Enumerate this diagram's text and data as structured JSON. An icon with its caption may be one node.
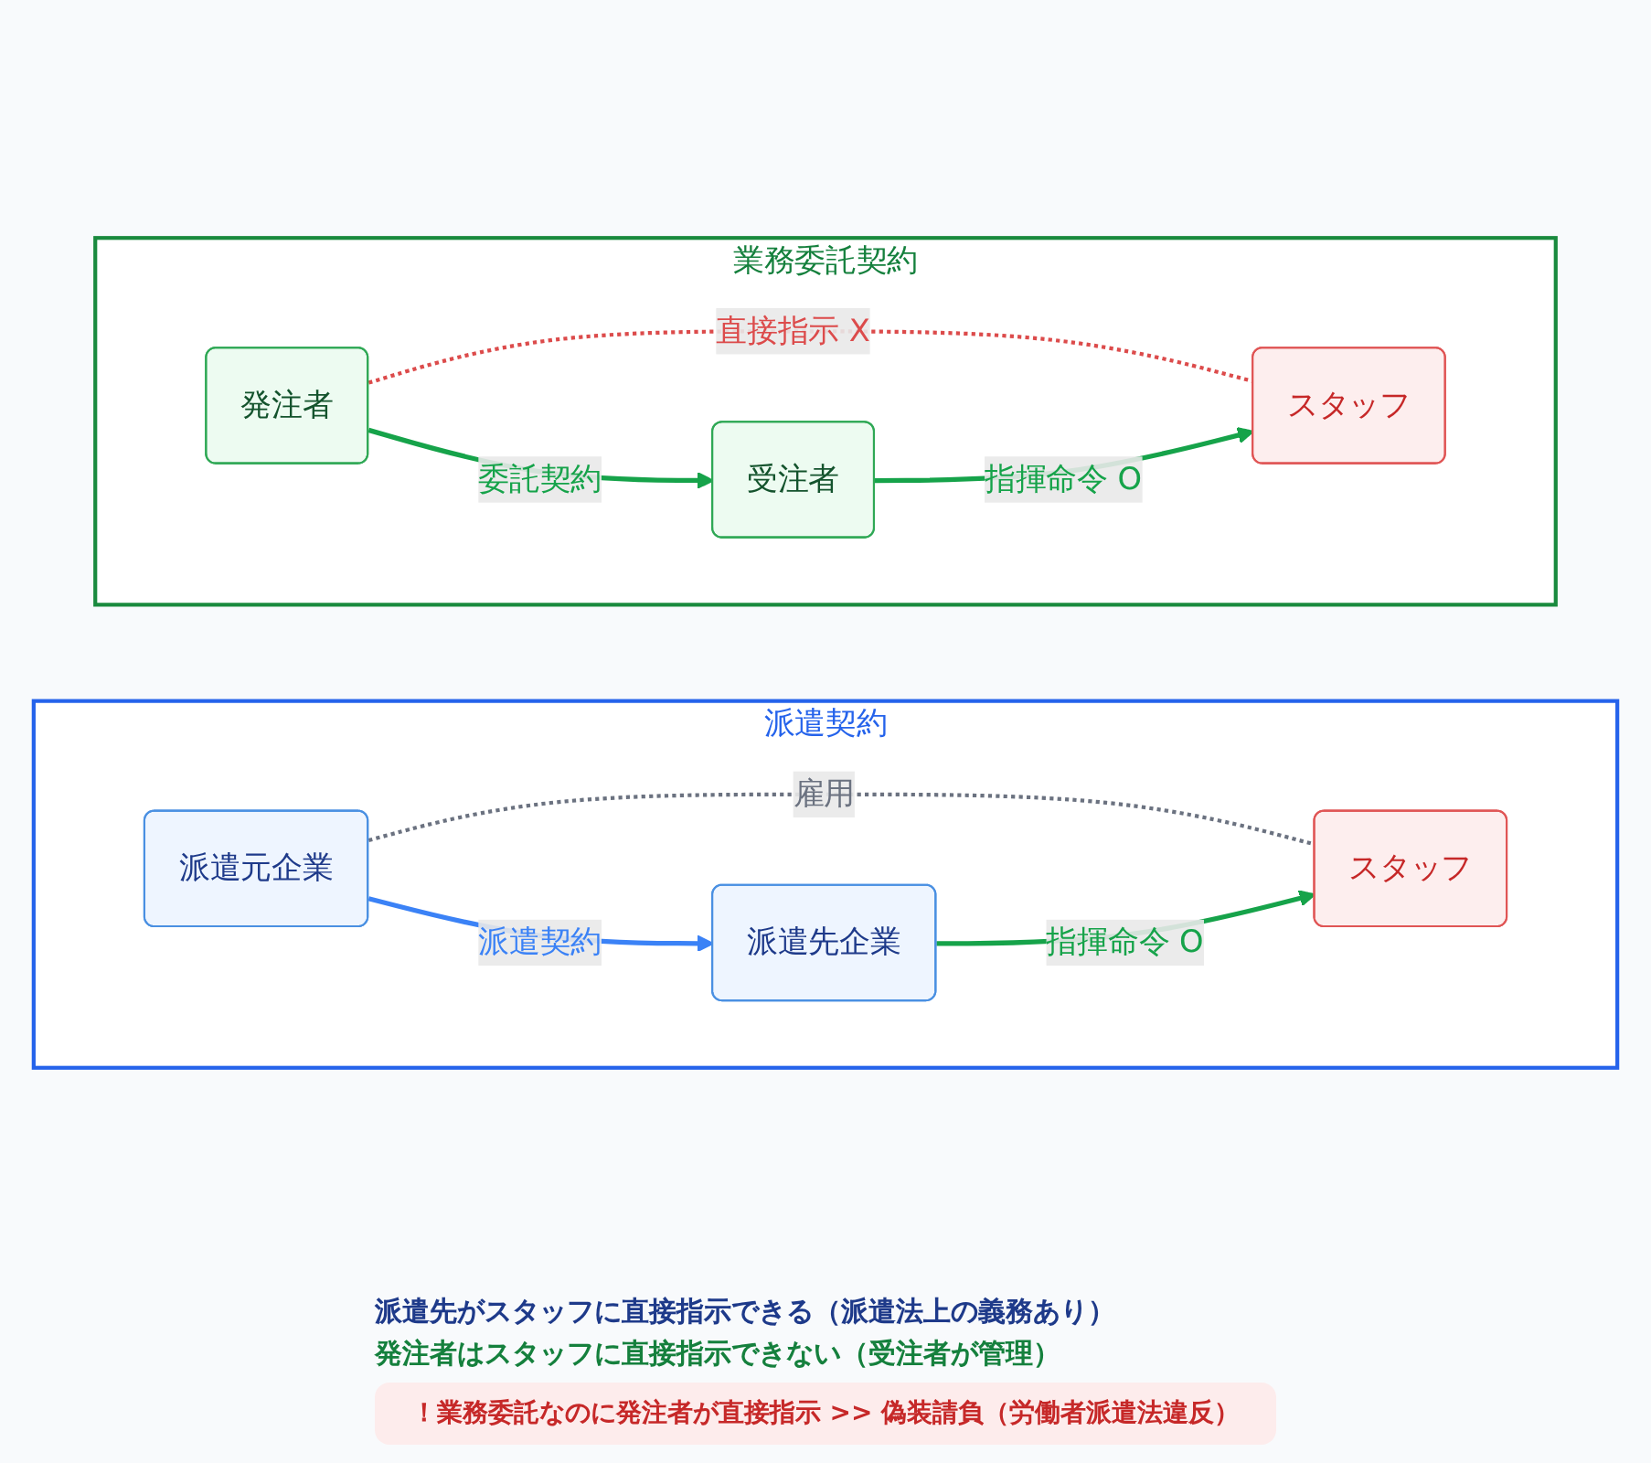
{
  "diagram": {
    "nodes": [
      {
        "text": [
          "派遣契約"
        ]
      },
      {
        "text": [
          "派遣元企業"
        ],
        "in": 0
      },
      {
        "text": [
          "派遣先企業"
        ],
        "in": 0
      },
      {
        "text": [
          "スタッフ"
        ],
        "in": 0
      },
      {
        "text": [
          "業務委託契約"
        ]
      },
      {
        "text": [
          "発注者"
        ],
        "in": 4
      },
      {
        "text": [
          "受注者"
        ],
        "in": 4
      },
      {
        "text": [
          "スタッフ"
        ],
        "in": 4
      }
    ],
    "edges": [
      {
        "from": 1,
        "to": 2,
        "arrow": "to",
        "label": "派遣契約",
        "color": "#3b82f6"
      },
      {
        "from": 1,
        "to": 3,
        "arrow": "none",
        "label": "雇用",
        "style": "dashed",
        "color": "#6b7280"
      },
      {
        "from": 2,
        "to": 3,
        "arrow": "to",
        "label": "指揮命令 O"
      },
      {
        "from": 5,
        "to": 6,
        "arrow": "to",
        "label": "委託契約"
      },
      {
        "from": 5,
        "to": 7,
        "arrow": "none",
        "label": "直接指示 X",
        "style": "dashed",
        "color": "#dc4b4b"
      },
      {
        "from": 6,
        "to": 7,
        "arrow": "to",
        "label": "指揮命令 O"
      }
    ],
    "labels": [
      "派遣先がスタッフに直接指示できる（派遣法上の義務あり）",
      "発注者はスタッフに直接指示できない（受注者が管理）",
      "！業務委託なのに発注者が直接指示 >> 偽装請負（労働者派遣法違反）"
    ]
  }
}
